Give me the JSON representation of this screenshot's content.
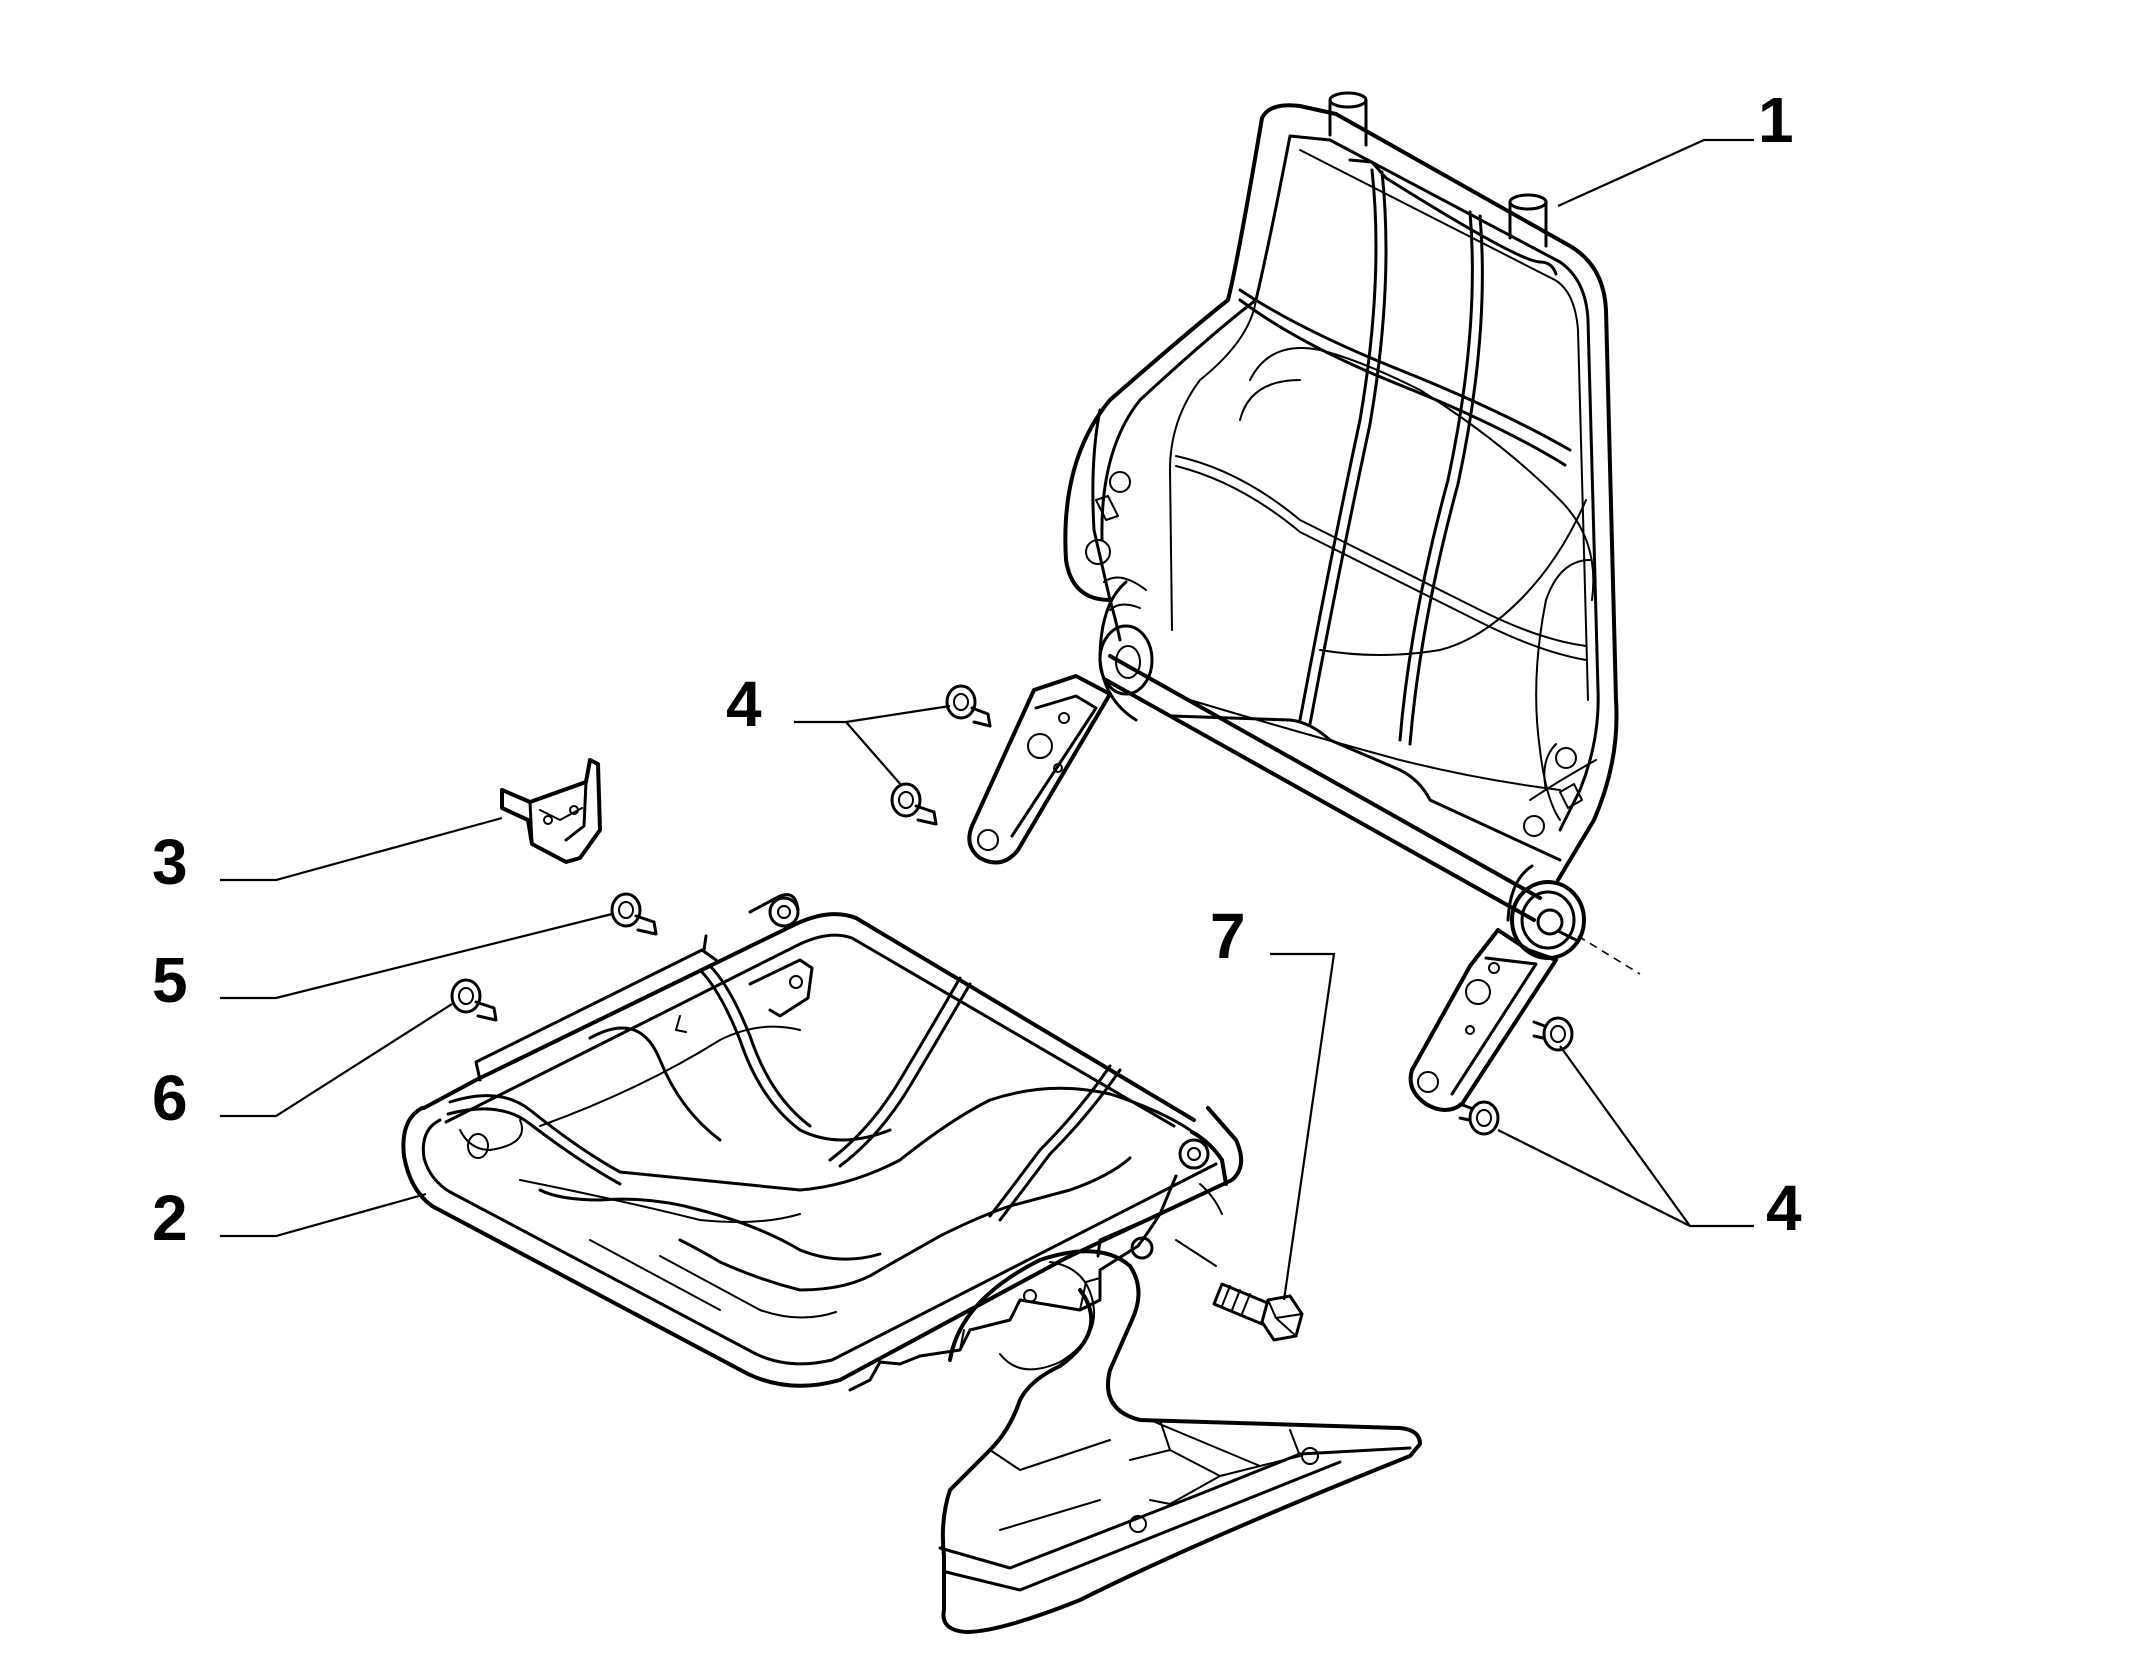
{
  "callouts": [
    {
      "id": "c1",
      "label": "1",
      "part": "seat-back-frame"
    },
    {
      "id": "c2",
      "label": "2",
      "part": "seat-cushion-frame"
    },
    {
      "id": "c3",
      "label": "3",
      "part": "bracket"
    },
    {
      "id": "c4a",
      "label": "4",
      "part": "screw"
    },
    {
      "id": "c4b",
      "label": "4",
      "part": "screw"
    },
    {
      "id": "c5",
      "label": "5",
      "part": "screw"
    },
    {
      "id": "c6",
      "label": "6",
      "part": "screw"
    },
    {
      "id": "c7",
      "label": "7",
      "part": "bolt"
    }
  ],
  "colors": {
    "line": "#000000",
    "background": "#ffffff"
  }
}
